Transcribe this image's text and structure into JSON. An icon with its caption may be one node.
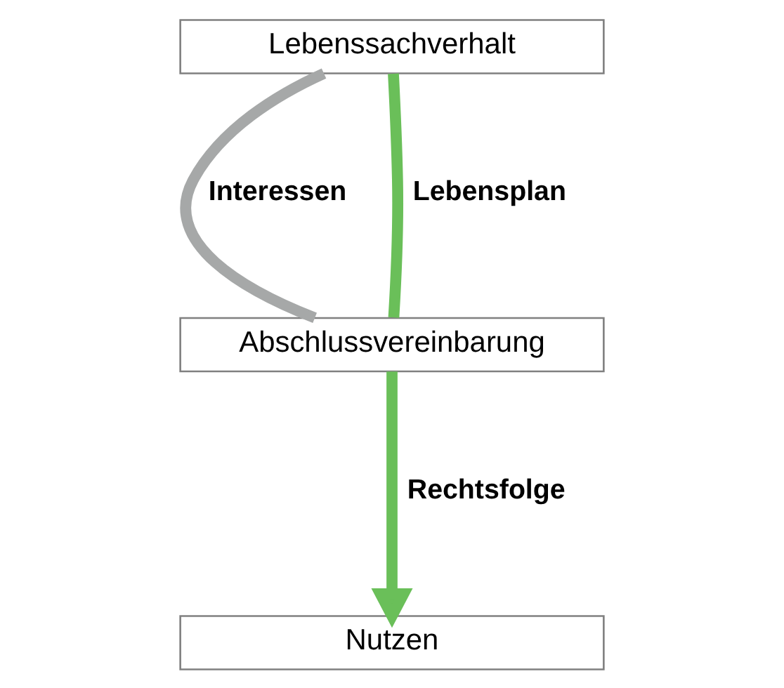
{
  "diagram": {
    "nodes": [
      {
        "text": [
          "Lebenssachverhalt"
        ]
      },
      {
        "text": [
          "Abschlussvereinbarung"
        ]
      },
      {
        "text": [
          "Nutzen"
        ]
      }
    ],
    "edges": [
      {
        "from": 0,
        "to": 1,
        "arrow": "none",
        "label": "Interessen",
        "color": "#a6a8a8"
      },
      {
        "from": 0,
        "to": 1,
        "arrow": "none",
        "label": "Lebensplan",
        "color": "#6abf59"
      },
      {
        "from": 1,
        "to": 2,
        "arrow": "to",
        "label": "Rechtsfolge",
        "color": "#6abf59"
      }
    ]
  }
}
